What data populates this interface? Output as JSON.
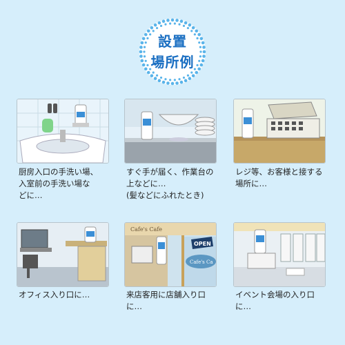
{
  "title": {
    "line1": "設置",
    "line2": "場所例"
  },
  "colors": {
    "background": "#d6eefb",
    "accent": "#1b6fc2",
    "dots": "#5ab4ea"
  },
  "examples": [
    {
      "name": "kitchen-sink",
      "caption": "厨房入口の手洗い場、\n入室前の手洗い場な\nどに…"
    },
    {
      "name": "work-table",
      "caption": "すぐ手が届く、作業台の\n上などに…\n(髪などにふれたとき)"
    },
    {
      "name": "register",
      "caption": "レジ等、お客様と接する\n場所に…"
    },
    {
      "name": "office",
      "caption": "オフィス入り口に…"
    },
    {
      "name": "store-entrance",
      "caption": "来店客用に店舗入り口\nに…",
      "signs": {
        "open": "OPEN",
        "cafe_top": "Cafe's Cafe",
        "cafe_sign": "Cafe's Ca"
      }
    },
    {
      "name": "event-venue",
      "caption": "イベント会場の入り口\nに…"
    }
  ]
}
